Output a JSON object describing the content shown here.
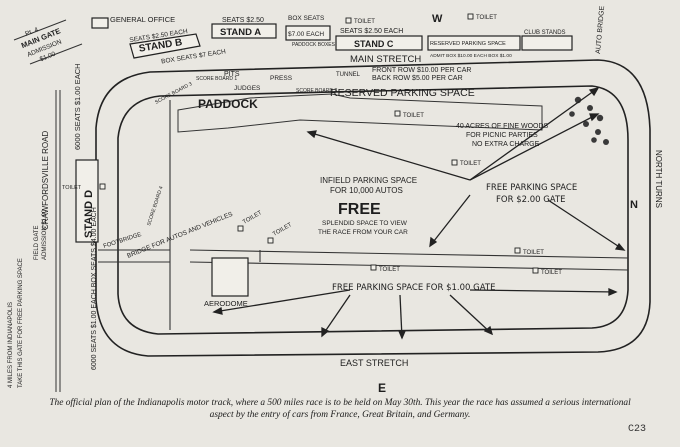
{
  "map": {
    "compass": {
      "north": "N",
      "west": "W",
      "east": "E"
    },
    "main_gate": {
      "line1": "Pt. 4",
      "line2": "MAIN GATE",
      "line3": "ADMISSION",
      "line4": "$1.00"
    },
    "general_office": "GENERAL OFFICE",
    "stands": {
      "stand_a": "STAND A",
      "stand_a_seats": "SEATS $2.50",
      "box_seats_top": "BOX SEATS",
      "box_seats_top_price": "$7.00 EACH",
      "paddock_boxes": "PADDOCK BOXES",
      "stand_b": "STAND B",
      "stand_b_seats": "SEATS $2.50 EACH",
      "box_seats_b": "BOX SEATS $7 EACH",
      "stand_c": "STAND C",
      "stand_c_seats": "SEATS $2.50 EACH",
      "reserved_parking_short": "RESERVED PARKING SPACE",
      "club_stands": "CLUB STANDS",
      "club_stands_price": "ADMIT BOX $10.00 EACH BOX $1.00",
      "stand_d": "STAND D",
      "stand_d_top": "6000 SEATS $1.00 EACH",
      "stand_d_bottom": "6000 SEATS $1.00 EACH BOX SEATS $4.00 EACH"
    },
    "main_stretch": "MAIN STRETCH",
    "front_row": "FRONT ROW $10.00 PER CAR",
    "back_row": "BACK ROW $5.00 PER CAR",
    "tunnel": "TUNNEL",
    "reserved_parking": "RESERVED PARKING SPACE",
    "auto_bridge": "AUTO BRIDGE",
    "pits": "PITS",
    "judges": "JUDGES",
    "press": "PRESS",
    "paddock": "PADDOCK",
    "scoreboards": [
      "SCORE BOARD 1",
      "SCORE BOARD 2",
      "SCORE BOARD 3",
      "SCORE BOARD 4"
    ],
    "toilet": "TOILET",
    "woods": [
      "40 ACRES OF FINE WOODS",
      "FOR PICNIC PARTIES",
      "NO EXTRA CHARGE"
    ],
    "infield": [
      "INFIELD PARKING SPACE",
      "FOR 10,000 AUTOS"
    ],
    "free": "FREE",
    "splendid": [
      "SPLENDID SPACE TO VIEW",
      "THE RACE FROM YOUR CAR"
    ],
    "free_parking_2": [
      "FREE PARKING SPACE",
      "FOR $2.00 GATE"
    ],
    "free_parking_1": "FREE PARKING SPACE FOR $1.00 GATE",
    "north_turns": "NORTH TURNS",
    "east_stretch": "EAST STRETCH",
    "aerodome": "AERODOME",
    "footbridge": "FOOTBRIDGE",
    "bridge_autos": "BRIDGE FOR AUTOS AND VEHICLES",
    "road": "CRAWFORDSVILLE ROAD",
    "field_gate": "FIELD GATE",
    "admission_side": "ADMISSION $1.00",
    "take_gate": "TAKE THIS GATE FOR FREE PARKING SPACE",
    "miles": "4 MILES FROM INDIANAPOLIS"
  },
  "caption": "The official plan of the Indianapolis motor track, where a 500 miles race is to be held on May 30th. This year the race has assumed a serious international aspect by the entry of cars from France, Great Britain, and Germany.",
  "plate_number": "C23"
}
